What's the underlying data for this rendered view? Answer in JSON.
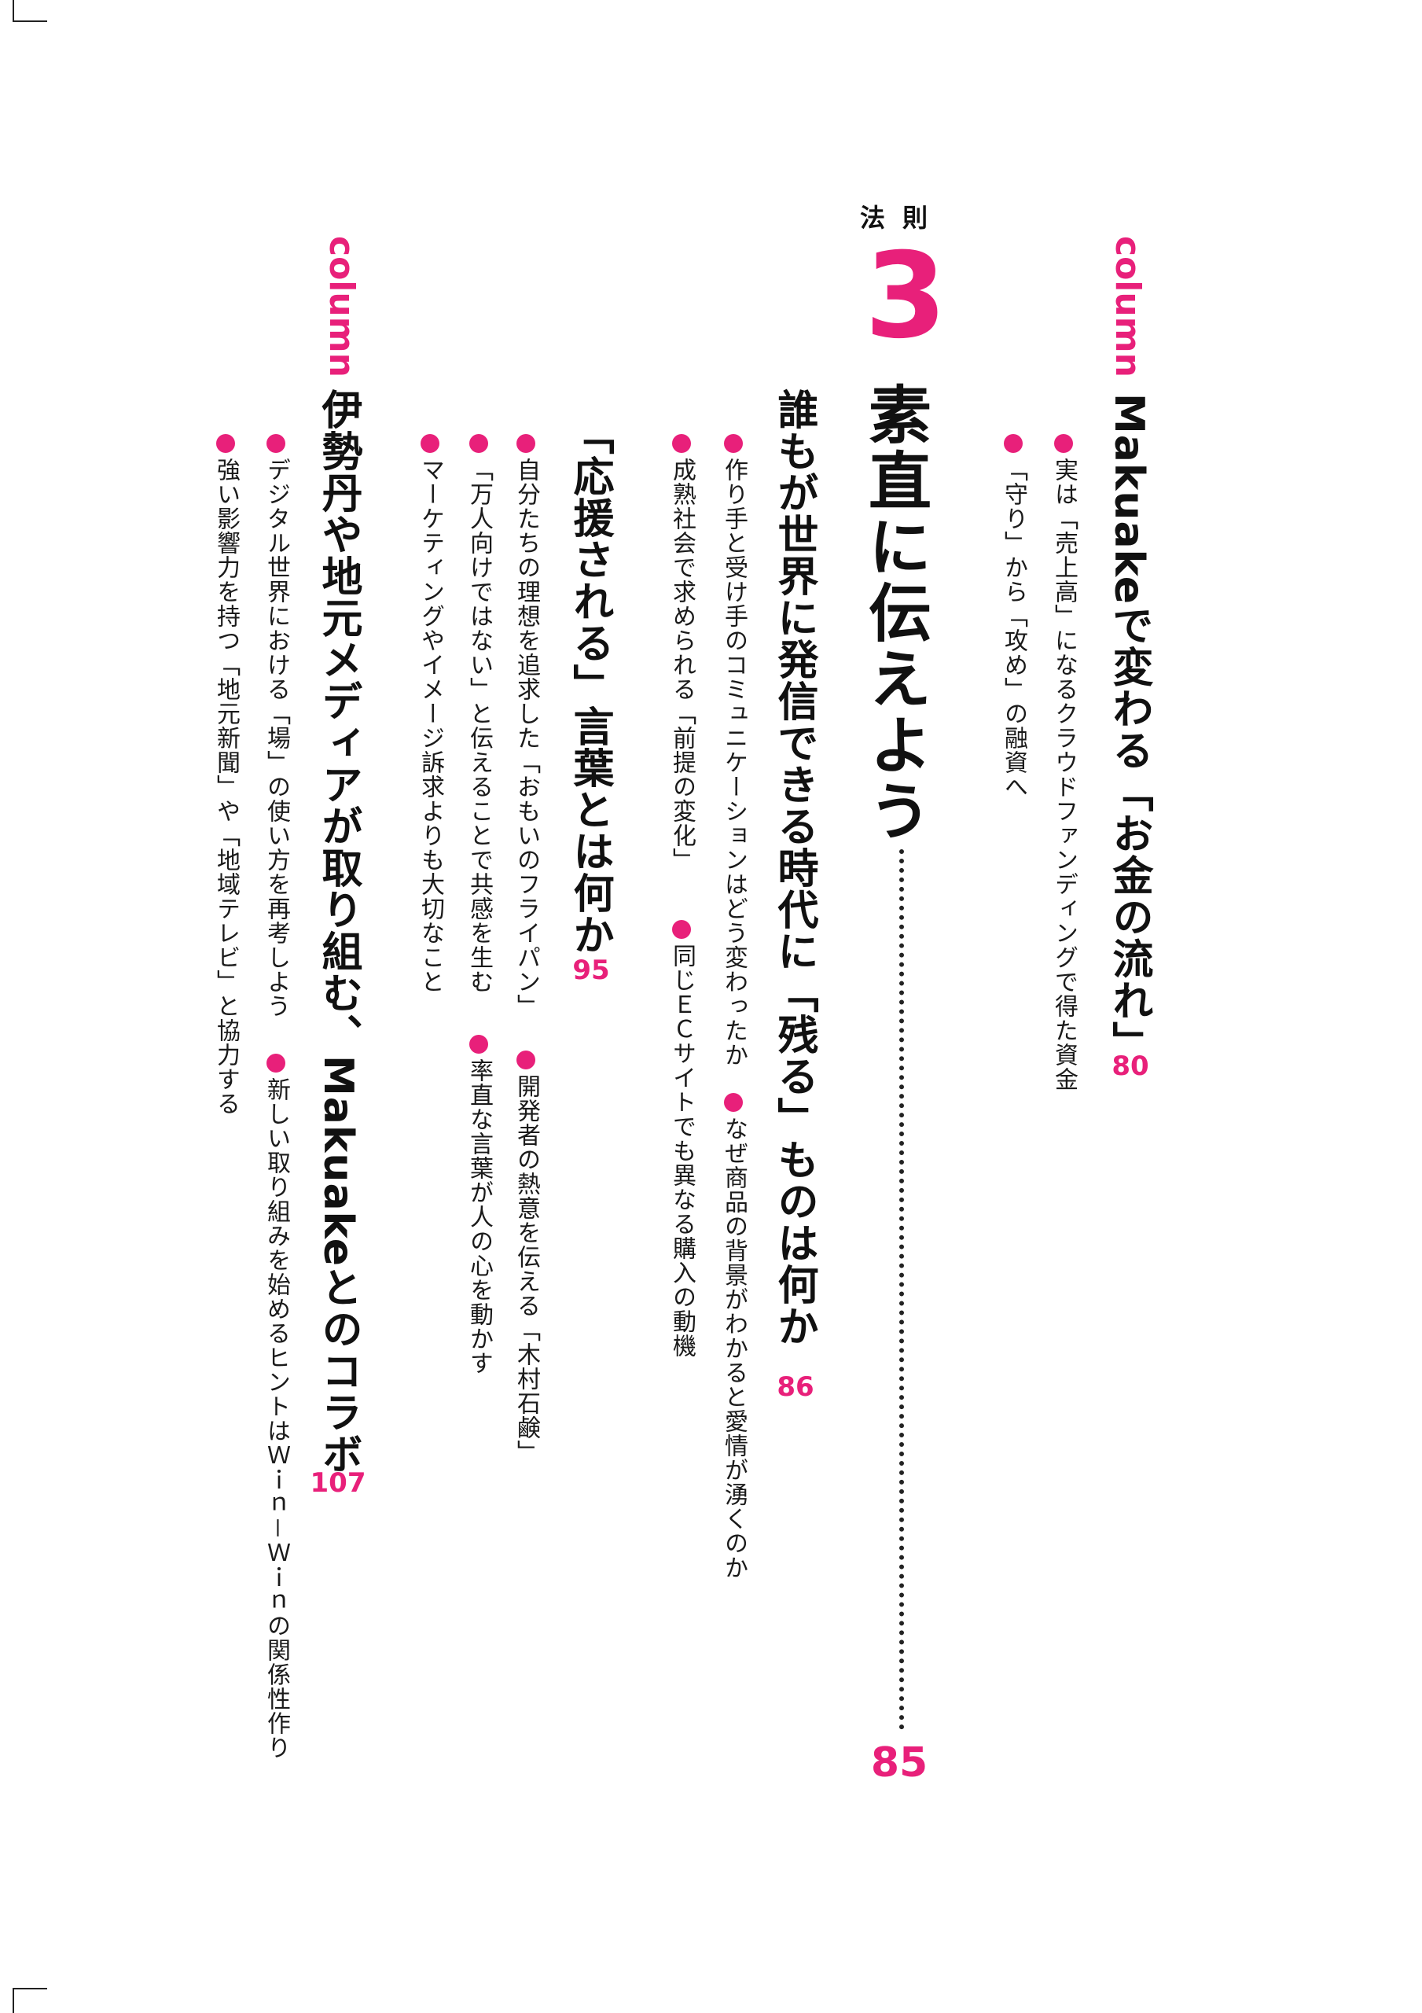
{
  "column_label": "column",
  "section1": {
    "title": "Makuakeで変わる「お金の流れ」",
    "page": "80",
    "bullets": [
      "実は「売上高」になるクラウドファンディングで得た資金",
      "「守り」から「攻め」の融資へ"
    ]
  },
  "law": {
    "heading": "法則",
    "number": "3",
    "title": "素直に伝えよう",
    "page": "85"
  },
  "section2": {
    "title": "誰もが世界に発信できる時代に「残る」ものは何か",
    "page": "86",
    "bullets": [
      "作り手と受け手のコミュニケーションはどう変わったか",
      "なぜ商品の背景がわかると愛情が湧くのか",
      "成熟社会で求められる「前提の変化」",
      "同じＥＣサイトでも異なる購入の動機"
    ]
  },
  "section3": {
    "title": "「応援される」言葉とは何か",
    "page": "95",
    "bullets": [
      "自分たちの理想を追求した「おもいのフライパン」",
      "開発者の熱意を伝える「木村石鹸」",
      "「万人向けではない」と伝えることで共感を生む",
      "率直な言葉が人の心を動かす",
      "マーケティングやイメージ訴求よりも大切なこと"
    ]
  },
  "section4": {
    "title": "伊勢丹や地元メディアが取り組む、Makuakeとのコラボ",
    "page": "107",
    "bullets": [
      "デジタル世界における「場」の使い方を再考しよう",
      "新しい取り組みを始めるヒントはＷｉｎ－Ｗｉｎの関係性作り",
      "強い影響力を持つ「地元新聞」や「地域テレビ」と協力する"
    ]
  }
}
